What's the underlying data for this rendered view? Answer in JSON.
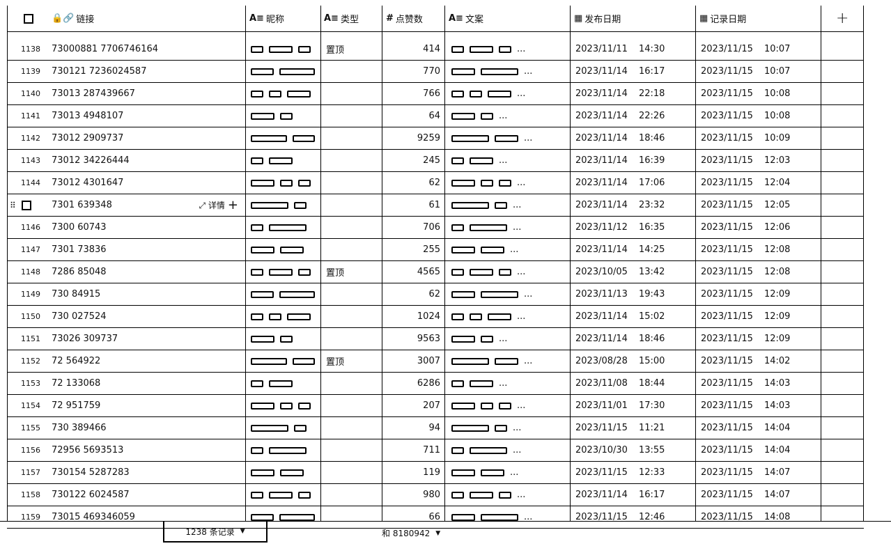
{
  "header": {
    "columns": [
      {
        "icon": "☐",
        "label": ""
      },
      {
        "icon": "🔒🔗",
        "label": "链接"
      },
      {
        "icon": "A≡",
        "label": "昵称"
      },
      {
        "icon": "A≡",
        "label": "类型"
      },
      {
        "icon": "#",
        "label": "点赞数"
      },
      {
        "icon": "A≡",
        "label": "文案"
      },
      {
        "icon": "▦",
        "label": "发布日期"
      },
      {
        "icon": "▦",
        "label": "记录日期"
      }
    ],
    "add_icon": "+"
  },
  "row_hover": {
    "detail_label": "详情",
    "expand_icon": "⤢",
    "add_icon": "+"
  },
  "rows": [
    {
      "idx": "1138",
      "link": "73000881 7706746164",
      "type": "置顶",
      "likes": "414",
      "pub_date": "2023/11/11",
      "pub_time": "14:30",
      "rec_date": "2023/11/15",
      "rec_time": "10:07"
    },
    {
      "idx": "1139",
      "link": "730121 7236024587",
      "type": "",
      "likes": "770",
      "pub_date": "2023/11/14",
      "pub_time": "16:17",
      "rec_date": "2023/11/15",
      "rec_time": "10:07"
    },
    {
      "idx": "1140",
      "link": "73013 287439667",
      "type": "",
      "likes": "766",
      "pub_date": "2023/11/14",
      "pub_time": "22:18",
      "rec_date": "2023/11/15",
      "rec_time": "10:08"
    },
    {
      "idx": "1141",
      "link": "73013 4948107",
      "type": "",
      "likes": "64",
      "pub_date": "2023/11/14",
      "pub_time": "22:26",
      "rec_date": "2023/11/15",
      "rec_time": "10:08"
    },
    {
      "idx": "1142",
      "link": "73012 2909737",
      "type": "",
      "likes": "9259",
      "pub_date": "2023/11/14",
      "pub_time": "18:46",
      "rec_date": "2023/11/15",
      "rec_time": "10:09"
    },
    {
      "idx": "1143",
      "link": "73012 34226444",
      "type": "",
      "likes": "245",
      "pub_date": "2023/11/14",
      "pub_time": "16:39",
      "rec_date": "2023/11/15",
      "rec_time": "12:03"
    },
    {
      "idx": "1144",
      "link": "73012 4301647",
      "type": "",
      "likes": "62",
      "pub_date": "2023/11/14",
      "pub_time": "17:06",
      "rec_date": "2023/11/15",
      "rec_time": "12:04"
    },
    {
      "idx": "",
      "link": "7301 639348",
      "type": "",
      "likes": "61",
      "pub_date": "2023/11/14",
      "pub_time": "23:32",
      "rec_date": "2023/11/15",
      "rec_time": "12:05"
    },
    {
      "idx": "1146",
      "link": "7300 60743",
      "type": "",
      "likes": "706",
      "pub_date": "2023/11/12",
      "pub_time": "16:35",
      "rec_date": "2023/11/15",
      "rec_time": "12:06"
    },
    {
      "idx": "1147",
      "link": "7301 73836",
      "type": "",
      "likes": "255",
      "pub_date": "2023/11/14",
      "pub_time": "14:25",
      "rec_date": "2023/11/15",
      "rec_time": "12:08"
    },
    {
      "idx": "1148",
      "link": "7286 85048",
      "type": "置顶",
      "likes": "4565",
      "pub_date": "2023/10/05",
      "pub_time": "13:42",
      "rec_date": "2023/11/15",
      "rec_time": "12:08"
    },
    {
      "idx": "1149",
      "link": "730 84915",
      "type": "",
      "likes": "62",
      "pub_date": "2023/11/13",
      "pub_time": "19:43",
      "rec_date": "2023/11/15",
      "rec_time": "12:09"
    },
    {
      "idx": "1150",
      "link": "730 027524",
      "type": "",
      "likes": "1024",
      "pub_date": "2023/11/14",
      "pub_time": "15:02",
      "rec_date": "2023/11/15",
      "rec_time": "12:09"
    },
    {
      "idx": "1151",
      "link": "73026 309737",
      "type": "",
      "likes": "9563",
      "pub_date": "2023/11/14",
      "pub_time": "18:46",
      "rec_date": "2023/11/15",
      "rec_time": "12:09"
    },
    {
      "idx": "1152",
      "link": "72 564922",
      "type": "置顶",
      "likes": "3007",
      "pub_date": "2023/08/28",
      "pub_time": "15:00",
      "rec_date": "2023/11/15",
      "rec_time": "14:02"
    },
    {
      "idx": "1153",
      "link": "72 133068",
      "type": "",
      "likes": "6286",
      "pub_date": "2023/11/08",
      "pub_time": "18:44",
      "rec_date": "2023/11/15",
      "rec_time": "14:03"
    },
    {
      "idx": "1154",
      "link": "72 951759",
      "type": "",
      "likes": "207",
      "pub_date": "2023/11/01",
      "pub_time": "17:30",
      "rec_date": "2023/11/15",
      "rec_time": "14:03"
    },
    {
      "idx": "1155",
      "link": "730 389466",
      "type": "",
      "likes": "94",
      "pub_date": "2023/11/15",
      "pub_time": "11:21",
      "rec_date": "2023/11/15",
      "rec_time": "14:04"
    },
    {
      "idx": "1156",
      "link": "72956 5693513",
      "type": "",
      "likes": "711",
      "pub_date": "2023/10/30",
      "pub_time": "13:55",
      "rec_date": "2023/11/15",
      "rec_time": "14:04"
    },
    {
      "idx": "1157",
      "link": "730154 5287283",
      "type": "",
      "likes": "119",
      "pub_date": "2023/11/15",
      "pub_time": "12:33",
      "rec_date": "2023/11/15",
      "rec_time": "14:07"
    },
    {
      "idx": "1158",
      "link": "730122 6024587",
      "type": "",
      "likes": "980",
      "pub_date": "2023/11/14",
      "pub_time": "16:17",
      "rec_date": "2023/11/15",
      "rec_time": "14:07"
    },
    {
      "idx": "1159",
      "link": "73015 469346059",
      "type": "",
      "likes": "66",
      "pub_date": "2023/11/15",
      "pub_time": "12:46",
      "rec_date": "2023/11/15",
      "rec_time": "14:08"
    }
  ],
  "footer": {
    "records_label": "1238 条记录",
    "sum_label": "和 8180942"
  }
}
